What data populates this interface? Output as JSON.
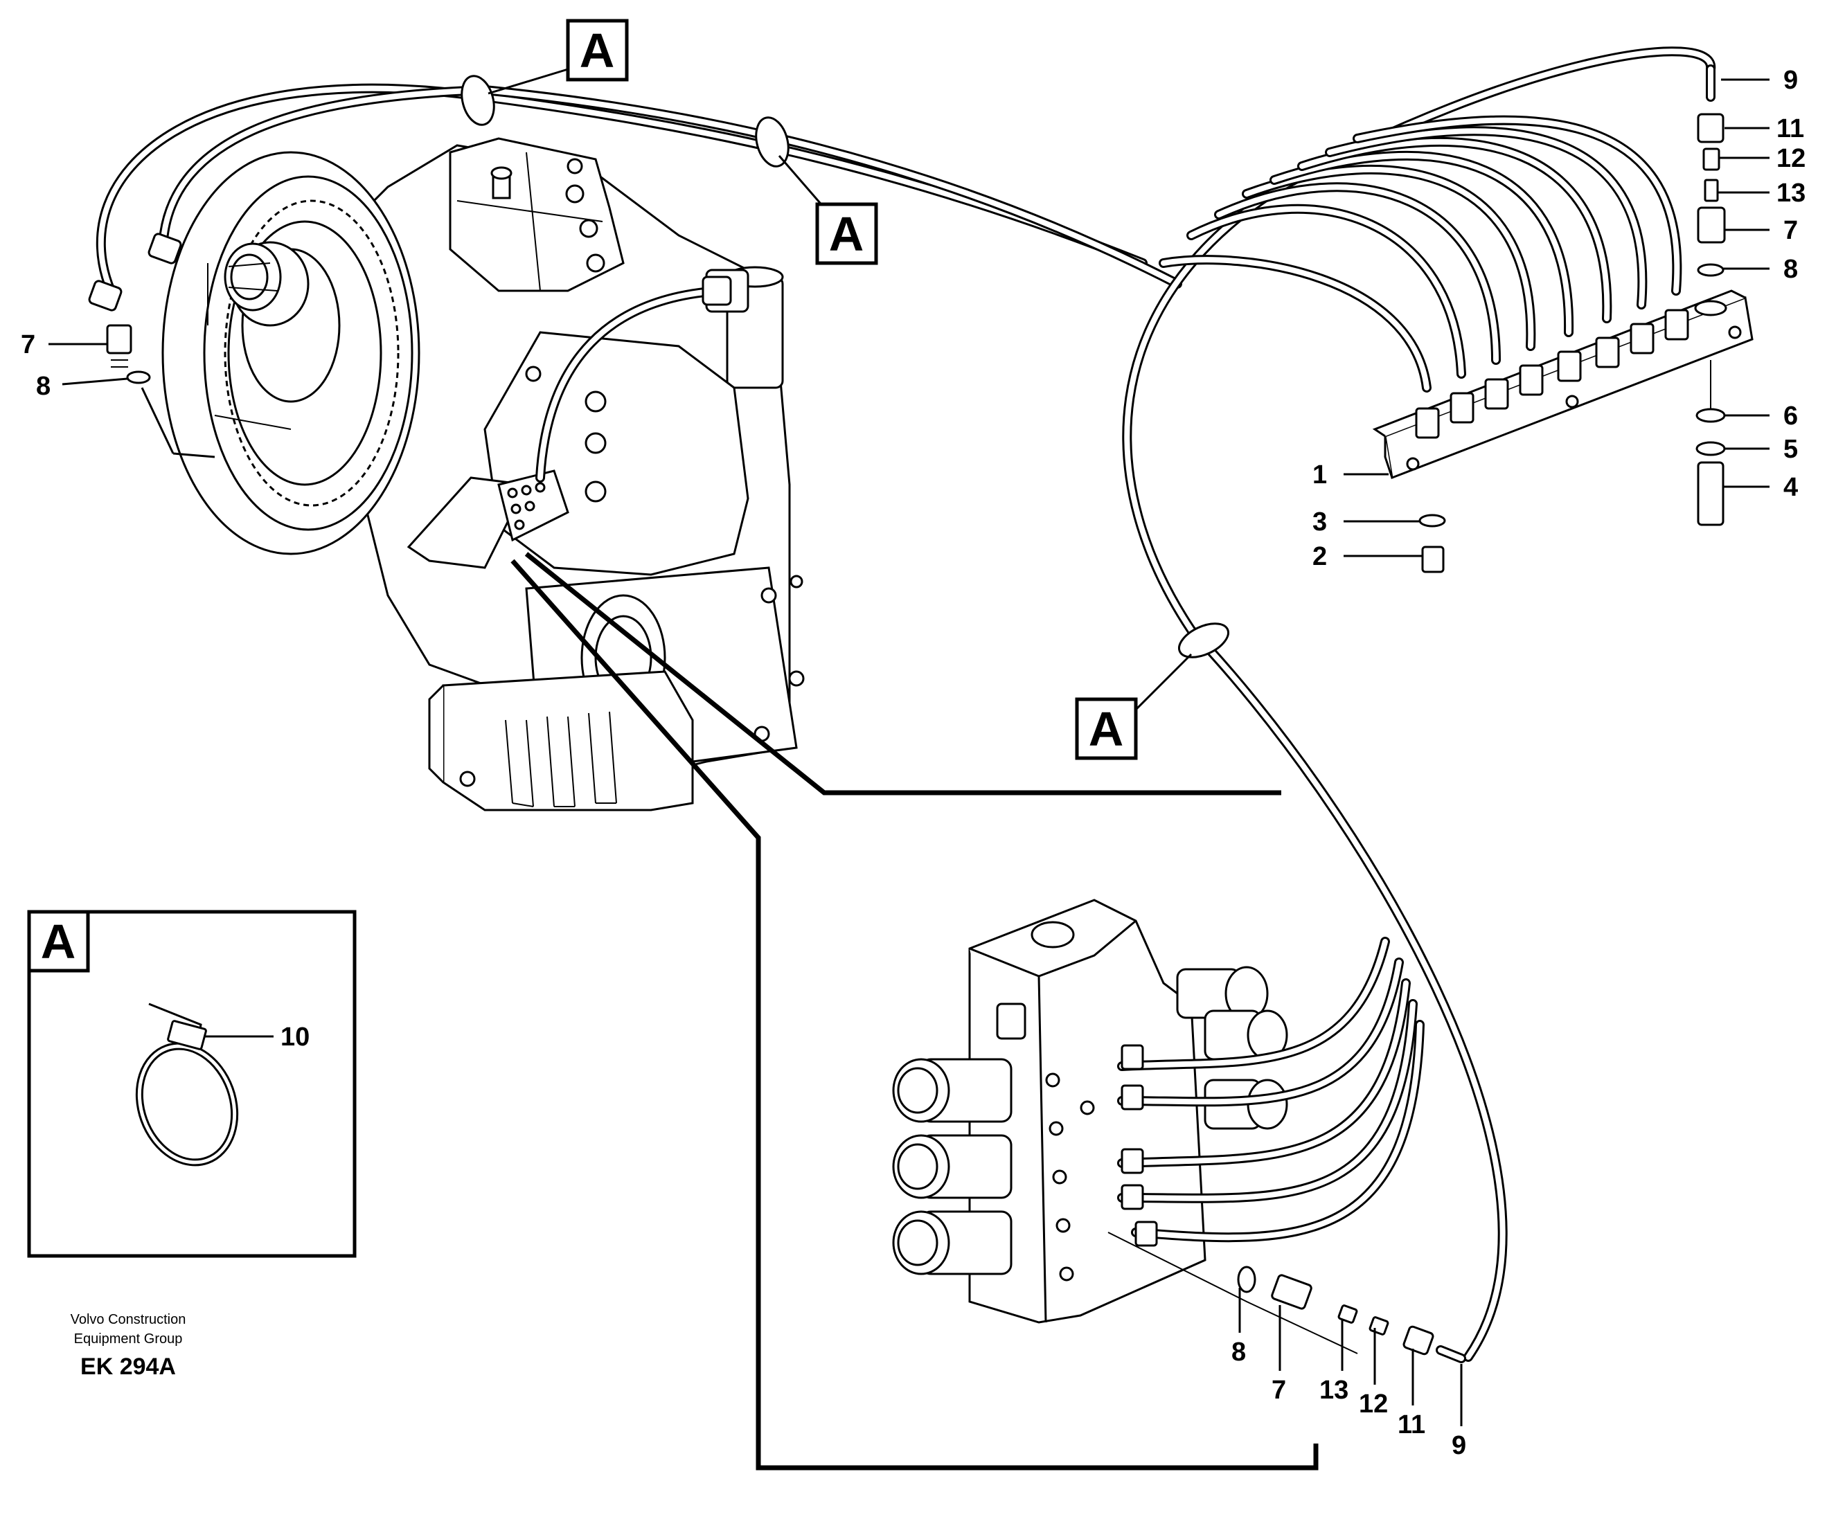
{
  "callouts": {
    "section_label": "A"
  },
  "labels": {
    "l1": "1",
    "l2": "2",
    "l3": "3",
    "l4": "4",
    "l5": "5",
    "l6": "6",
    "l7_top": "7",
    "l8_top": "8",
    "l9_top": "9",
    "l11_top": "11",
    "l12_top": "12",
    "l13_top": "13",
    "l7_left": "7",
    "l8_left": "8",
    "l8_bot": "8",
    "l7_bot": "7",
    "l13_bot": "13",
    "l12_bot": "12",
    "l11_bot": "11",
    "l9_bot": "9",
    "l10": "10"
  },
  "credit": {
    "line1": "Volvo Construction",
    "line2": "Equipment Group",
    "code": "EK 294A"
  }
}
